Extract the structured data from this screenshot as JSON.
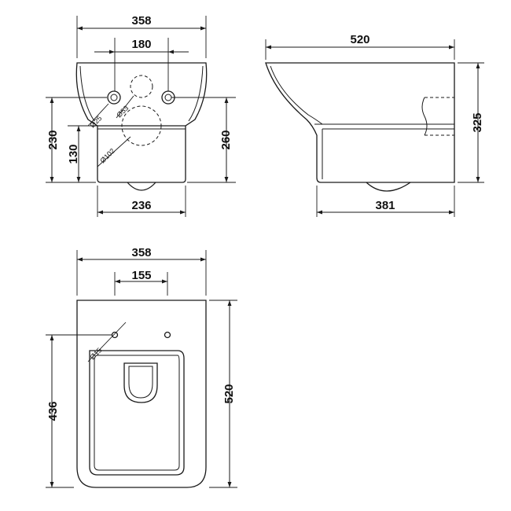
{
  "front_view": {
    "overall_width": "358",
    "inlet_centres": "180",
    "base_width": "236",
    "overall_height": "260",
    "fixing_height": "230",
    "outlet_height": "130",
    "inlet_dia": "Ø25",
    "inlet2_dia": "Ø53",
    "outlet_dia": "Ø102"
  },
  "side_view": {
    "projection": "520",
    "base_depth": "381",
    "height": "325"
  },
  "plan_view": {
    "overall_width": "358",
    "fixing_centres": "155",
    "length": "520",
    "hole_to_front": "436",
    "hole_dia": "Ø15"
  }
}
